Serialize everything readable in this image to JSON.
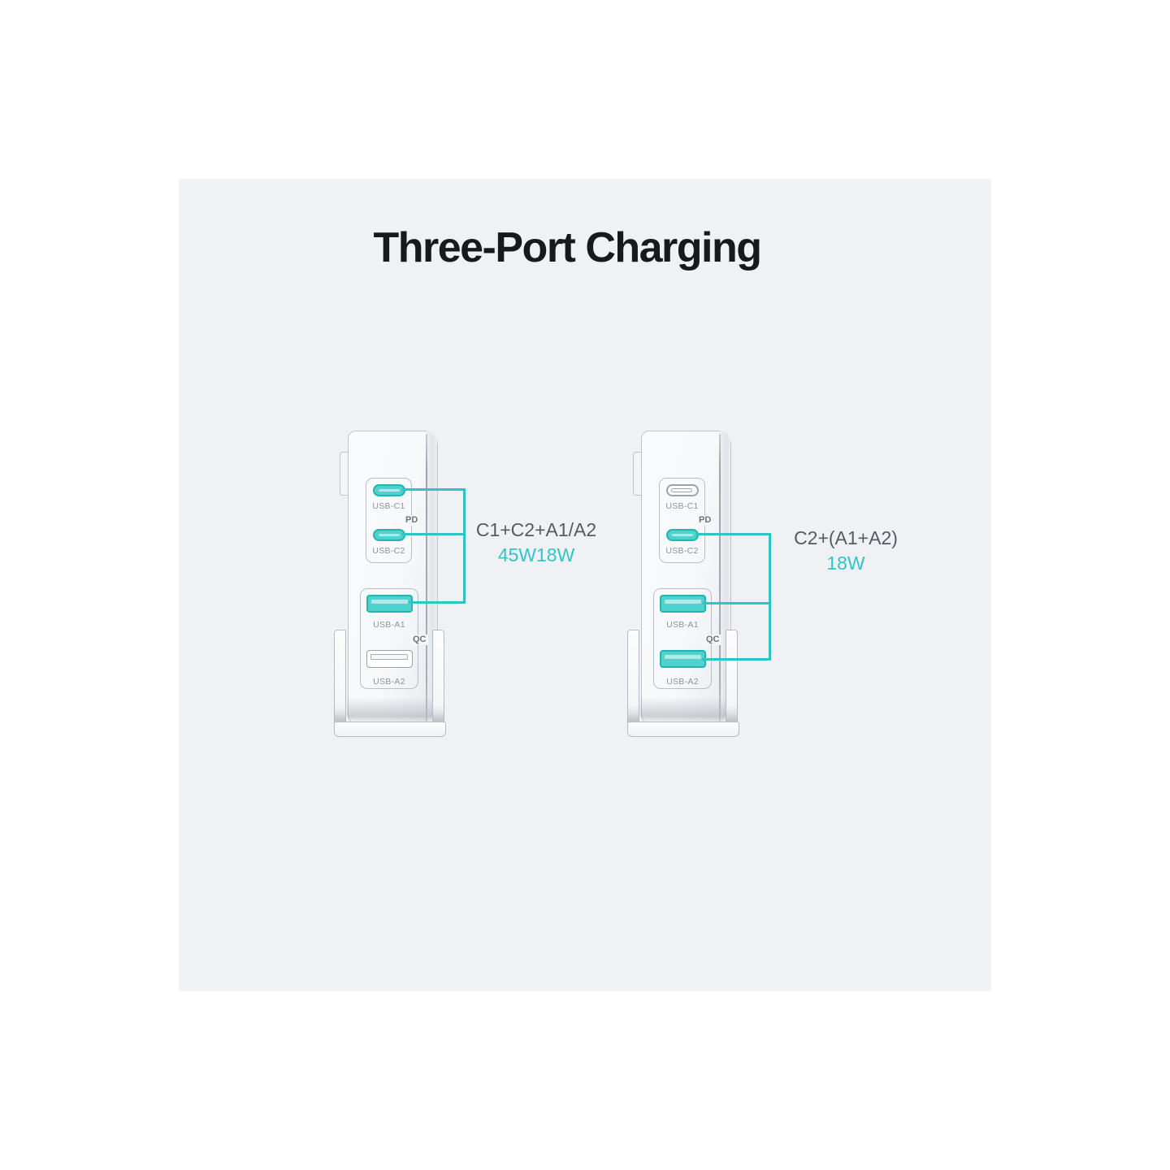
{
  "title": "Three-Port Charging",
  "colors": {
    "accent_teal": "#2cc5c3",
    "panel_background": "#f0f1f5",
    "annotation_gray": "#565b61",
    "power_text_teal": "#2fc6c7"
  },
  "chargers": [
    {
      "side": "left",
      "protocol_labels": {
        "pd": "PD",
        "qc": "QC"
      },
      "ports": [
        {
          "label": "USB-C1",
          "type": "usb-c",
          "highlighted": true
        },
        {
          "label": "USB-C2",
          "type": "usb-c",
          "highlighted": true
        },
        {
          "label": "USB-A1",
          "type": "usb-a",
          "highlighted": true
        },
        {
          "label": "USB-A2",
          "type": "usb-a",
          "highlighted": false
        }
      ],
      "annotation": {
        "combo": "C1+C2+A1/A2",
        "power": "45W18W"
      }
    },
    {
      "side": "right",
      "protocol_labels": {
        "pd": "PD",
        "qc": "QC"
      },
      "ports": [
        {
          "label": "USB-C1",
          "type": "usb-c",
          "highlighted": false
        },
        {
          "label": "USB-C2",
          "type": "usb-c",
          "highlighted": true
        },
        {
          "label": "USB-A1",
          "type": "usb-a",
          "highlighted": true
        },
        {
          "label": "USB-A2",
          "type": "usb-a",
          "highlighted": true
        }
      ],
      "annotation": {
        "combo": "C2+(A1+A2)",
        "power": "18W"
      }
    }
  ]
}
